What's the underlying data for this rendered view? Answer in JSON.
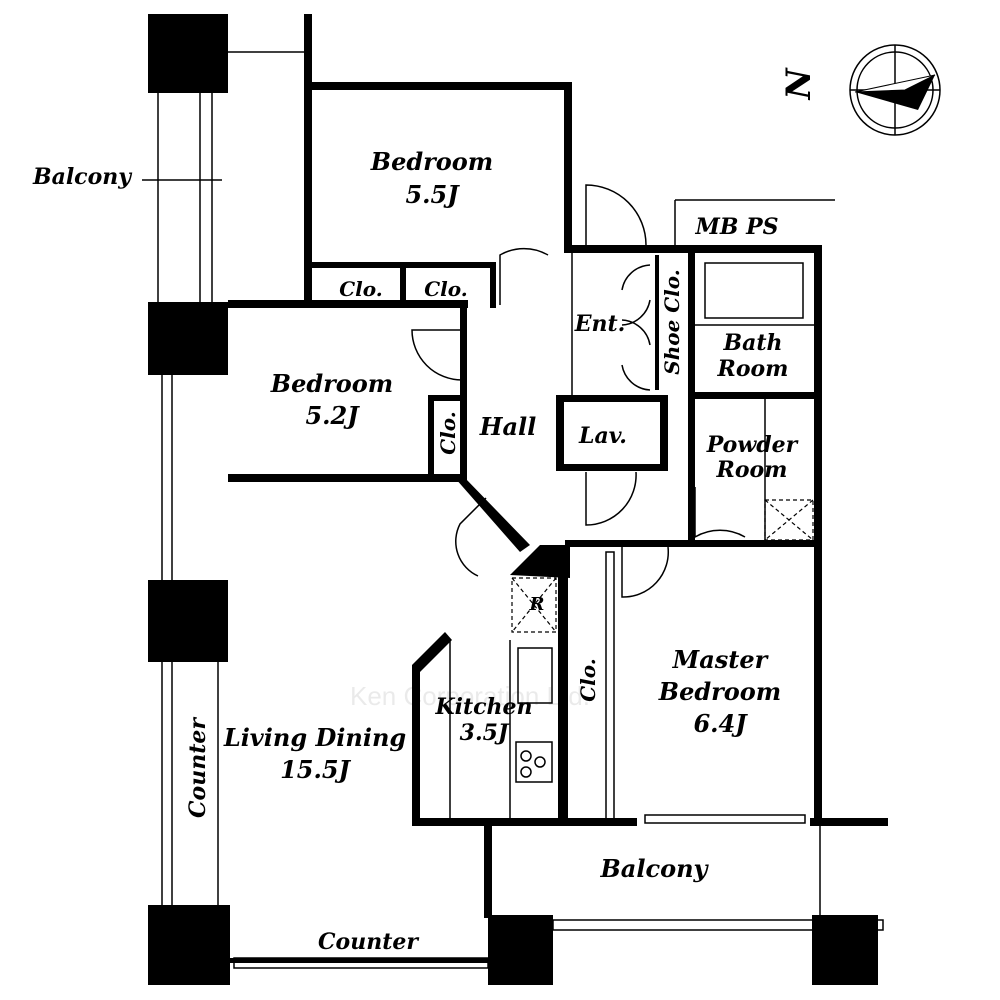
{
  "rooms": {
    "bedroom_top": {
      "name": "Bedroom",
      "size": "5.5J"
    },
    "bedroom_mid": {
      "name": "Bedroom",
      "size": "5.2J"
    },
    "living": {
      "name": "Living Dining",
      "size": "15.5J"
    },
    "kitchen": {
      "name": "Kitchen",
      "size": "3.5J"
    },
    "master": {
      "name": "Master",
      "name2": "Bedroom",
      "size": "6.4J"
    },
    "bath": {
      "line1": "Bath",
      "line2": "Room"
    },
    "powder": {
      "line1": "Powder",
      "line2": "Room"
    }
  },
  "labels": {
    "balcony_left": "Balcony",
    "balcony_bottom": "Balcony",
    "clo_1": "Clo.",
    "clo_2": "Clo.",
    "clo_3": "Clo.",
    "clo_master": "Clo.",
    "entrance": "Ent.",
    "shoe_clo": "Shoe Clo.",
    "hall": "Hall",
    "lav": "Lav.",
    "mb_ps": "MB  PS",
    "counter_left": "Counter",
    "counter_bottom": "Counter",
    "fridge": "R",
    "north": "N"
  },
  "watermark": "Ken Corporation Ltd."
}
